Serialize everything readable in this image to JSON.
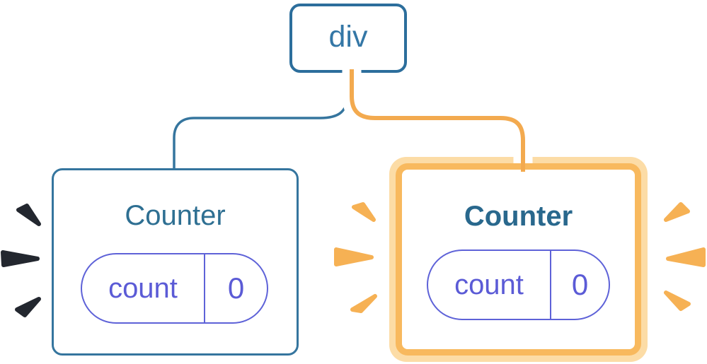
{
  "diagram": {
    "description": "React component tree: a div parent rendering two Counter children; right Counter highlighted as updated",
    "root": {
      "label": "div"
    },
    "children": [
      {
        "title": "Counter",
        "state": {
          "key": "count",
          "value": "0"
        },
        "highlighted": false,
        "spark_color": "#23272F",
        "edge_color": "#35759E"
      },
      {
        "title": "Counter",
        "state": {
          "key": "count",
          "value": "0"
        },
        "highlighted": true,
        "spark_color": "#F6B154",
        "edge_color": "#F3AA4F"
      }
    ]
  },
  "colors": {
    "background": "#FFFFFF",
    "node_border_blue": "#2C6E9C",
    "card_border_blue": "#35759E",
    "title_blue": "#2E6F92",
    "title_blue_bold": "#29688D",
    "root_text_blue": "#3477A6",
    "pill_indigo": "#5E62D8",
    "pill_text_indigo": "#5B5BD6",
    "edge_orange": "#F3AA4F",
    "highlight_ring_light": "#FCDCA6",
    "highlight_border": "#F8B95E",
    "spark_orange": "#F6B154",
    "spark_dark": "#23272F",
    "edge_casing": "#FFFFFF"
  }
}
